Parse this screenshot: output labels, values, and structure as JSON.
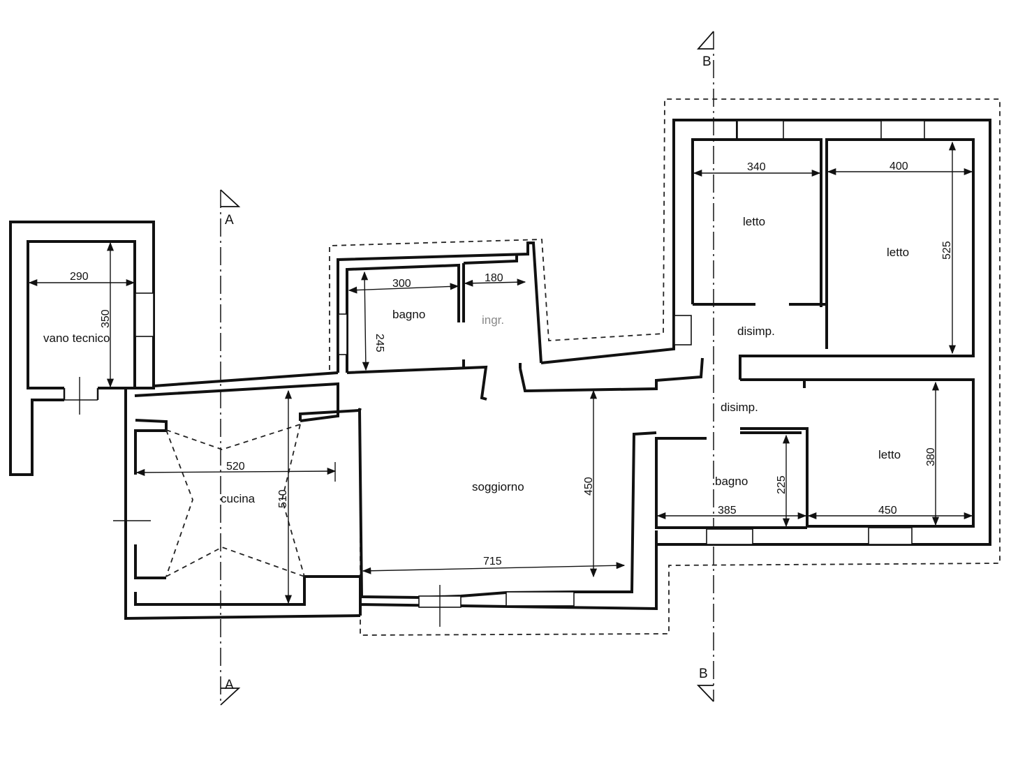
{
  "rooms": {
    "vano_tecnico": "vano tecnico",
    "bagno_1": "bagno",
    "ingresso": "ingr.",
    "cucina": "cucina",
    "soggiorno": "soggiorno",
    "letto_1": "letto",
    "letto_2": "letto",
    "letto_3": "letto",
    "disimpegno_1": "disimp.",
    "disimpegno_2": "disimp.",
    "bagno_2": "bagno"
  },
  "dimensions": {
    "vano_tecnico_w": "290",
    "vano_tecnico_h": "350",
    "bagno_1_w": "300",
    "bagno_1_h": "245",
    "ingresso_w": "180",
    "cucina_w": "520",
    "cucina_h": "510",
    "soggiorno_h": "450",
    "soggiorno_w": "715",
    "letto_1_w": "340",
    "letto_2_w": "400",
    "letto_2_h": "525",
    "letto_3_h": "380",
    "letto_3_w": "450",
    "bagno_2_w": "385",
    "bagno_2_h": "225"
  },
  "section_marks": {
    "a_top": "A",
    "a_bottom": "A",
    "b_top": "B",
    "b_bottom": "B"
  },
  "colors": {
    "line": "#111111",
    "background": "#ffffff"
  }
}
